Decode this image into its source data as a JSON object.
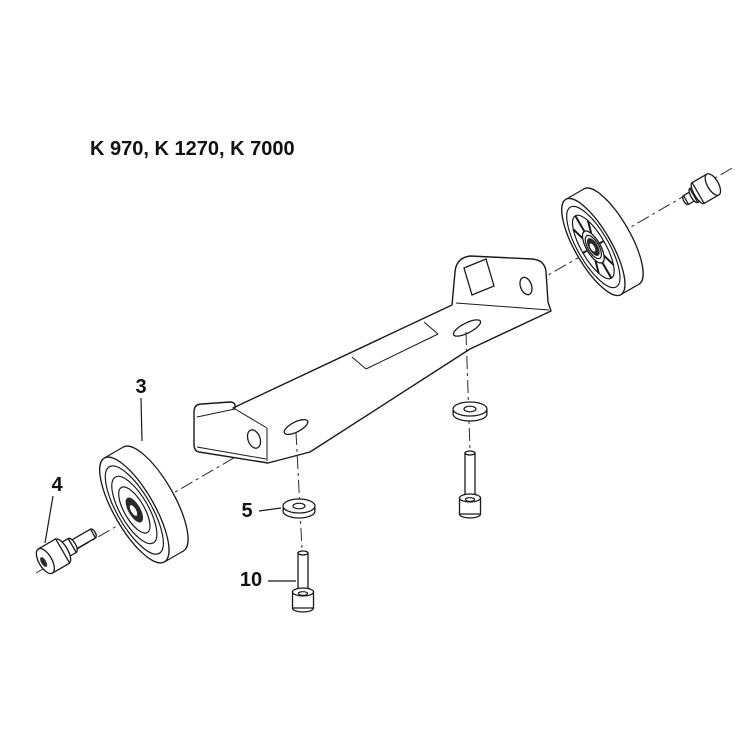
{
  "title": "K 970, K 1270, K 7000",
  "labels": {
    "part3": "3",
    "part4": "4",
    "part5": "5",
    "part10": "10"
  }
}
